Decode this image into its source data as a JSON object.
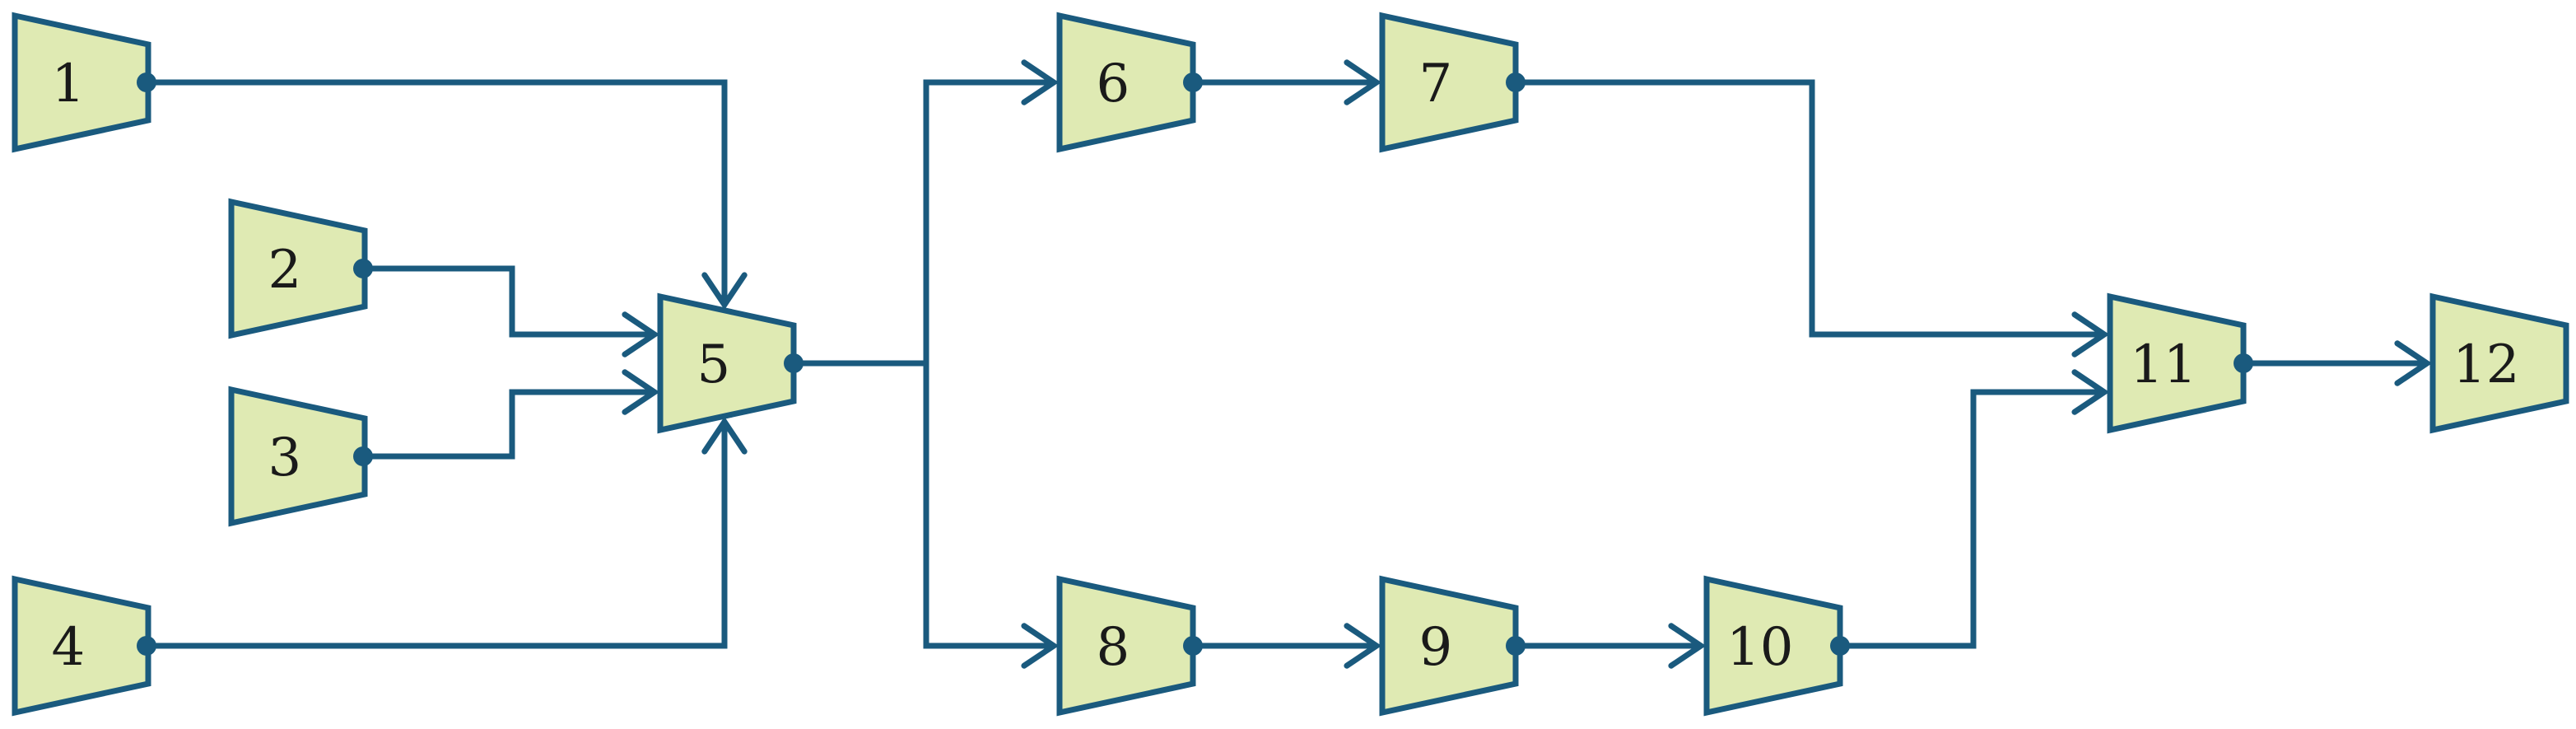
{
  "diagram": {
    "colors": {
      "node_fill": "#dfeab3",
      "stroke": "#1a5a7e",
      "text": "#1a1a1a",
      "background": "#ffffff"
    },
    "nodes": [
      {
        "id": "1",
        "label": "1"
      },
      {
        "id": "2",
        "label": "2"
      },
      {
        "id": "3",
        "label": "3"
      },
      {
        "id": "4",
        "label": "4"
      },
      {
        "id": "5",
        "label": "5"
      },
      {
        "id": "6",
        "label": "6"
      },
      {
        "id": "7",
        "label": "7"
      },
      {
        "id": "8",
        "label": "8"
      },
      {
        "id": "9",
        "label": "9"
      },
      {
        "id": "10",
        "label": "10"
      },
      {
        "id": "11",
        "label": "11"
      },
      {
        "id": "12",
        "label": "12"
      }
    ],
    "edges": [
      {
        "from": "1",
        "to": "5"
      },
      {
        "from": "2",
        "to": "5"
      },
      {
        "from": "3",
        "to": "5"
      },
      {
        "from": "4",
        "to": "5"
      },
      {
        "from": "5",
        "to": "6"
      },
      {
        "from": "5",
        "to": "8"
      },
      {
        "from": "6",
        "to": "7"
      },
      {
        "from": "7",
        "to": "11"
      },
      {
        "from": "8",
        "to": "9"
      },
      {
        "from": "9",
        "to": "10"
      },
      {
        "from": "10",
        "to": "11"
      },
      {
        "from": "11",
        "to": "12"
      }
    ]
  }
}
